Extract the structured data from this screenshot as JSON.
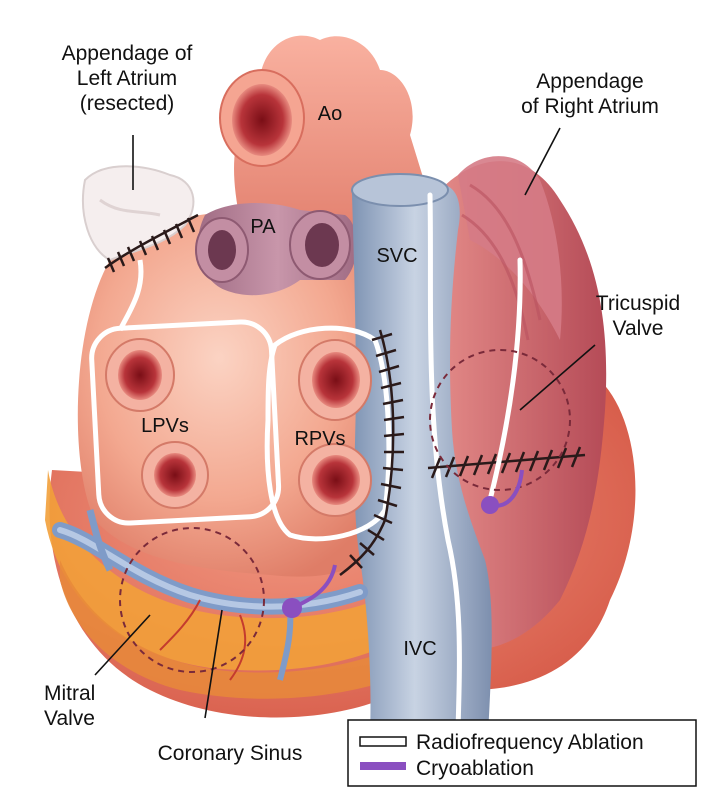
{
  "callouts": {
    "laa": [
      "Appendage of",
      "Left Atrium",
      "(resected)"
    ],
    "raa": [
      "Appendage",
      "of Right Atrium"
    ],
    "tricuspid": [
      "Tricuspid",
      "Valve"
    ],
    "mitral": [
      "Mitral",
      "Valve"
    ],
    "coronary_sinus": "Coronary Sinus"
  },
  "structures": {
    "ao": "Ao",
    "pa": "PA",
    "svc": "SVC",
    "ivc": "IVC",
    "lpvs": "LPVs",
    "rpvs": "RPVs"
  },
  "legend": {
    "items": [
      {
        "label": "Radiofrequency Ablation",
        "swatch": "white-outline-bar"
      },
      {
        "label": "Cryoablation",
        "swatch": "purple-bar"
      }
    ]
  },
  "colors": {
    "atrium": "#f2a48e",
    "ventricle": "#e97862",
    "right_atrium": "#c9606a",
    "vessel_blue": "#9cb0cc",
    "pa_purple": "#b07a92",
    "coronary_fat": "#f3a23a",
    "cryo_purple": "#8a4fc0",
    "suture": "#2a1a1a"
  }
}
